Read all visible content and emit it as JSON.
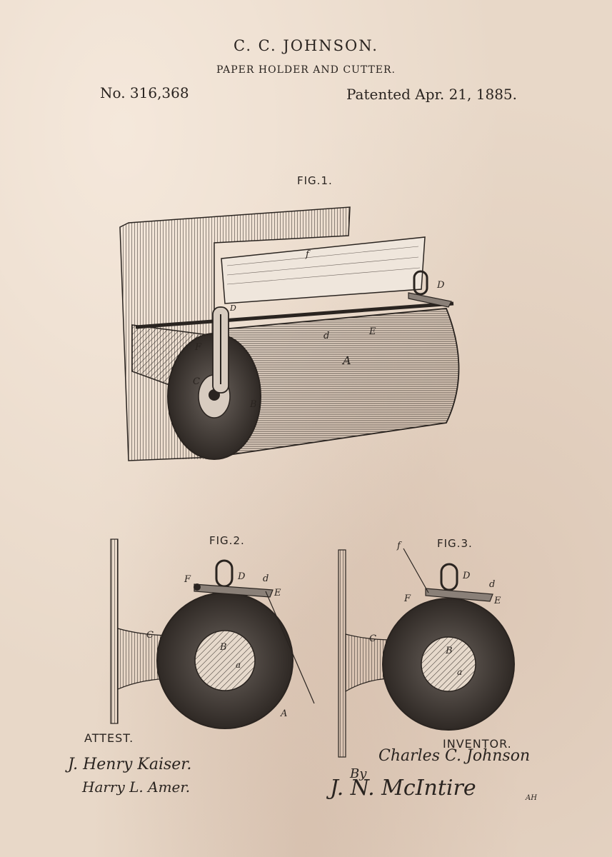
{
  "header": {
    "inventor": "C. C. JOHNSON.",
    "title": "PAPER HOLDER AND CUTTER.",
    "number": "No. 316,368",
    "date": "Patented Apr. 21, 1885."
  },
  "figures": {
    "fig1": {
      "label": "FIG.1.",
      "refs": {
        "f": "f",
        "D": "D",
        "d": "d",
        "E": "E",
        "A": "A",
        "F": "F",
        "C": "C",
        "B": "B",
        "D2": "D"
      }
    },
    "fig2": {
      "label": "FIG.2.",
      "refs": {
        "F": "F",
        "D": "D",
        "d": "d",
        "E": "E",
        "C": "C",
        "B": "B",
        "a": "a",
        "A": "A"
      }
    },
    "fig3": {
      "label": "FIG.3.",
      "refs": {
        "f": "f",
        "D": "D",
        "d": "d",
        "F": "F",
        "E": "E",
        "C": "C",
        "B": "B",
        "a": "a"
      }
    }
  },
  "signatures": {
    "attest_label": "ATTEST.",
    "witness_1": "J. Henry Kaiser.",
    "witness_2": "Harry L. Amer.",
    "inventor_label": "INVENTOR.",
    "inventor_signature": "Charles C. Johnson",
    "by": "By",
    "attorney": "J. N. McIntire",
    "attorney_suffix": "AH"
  },
  "colors": {
    "paper": "#e8d8c8",
    "ink": "#2a2420"
  }
}
